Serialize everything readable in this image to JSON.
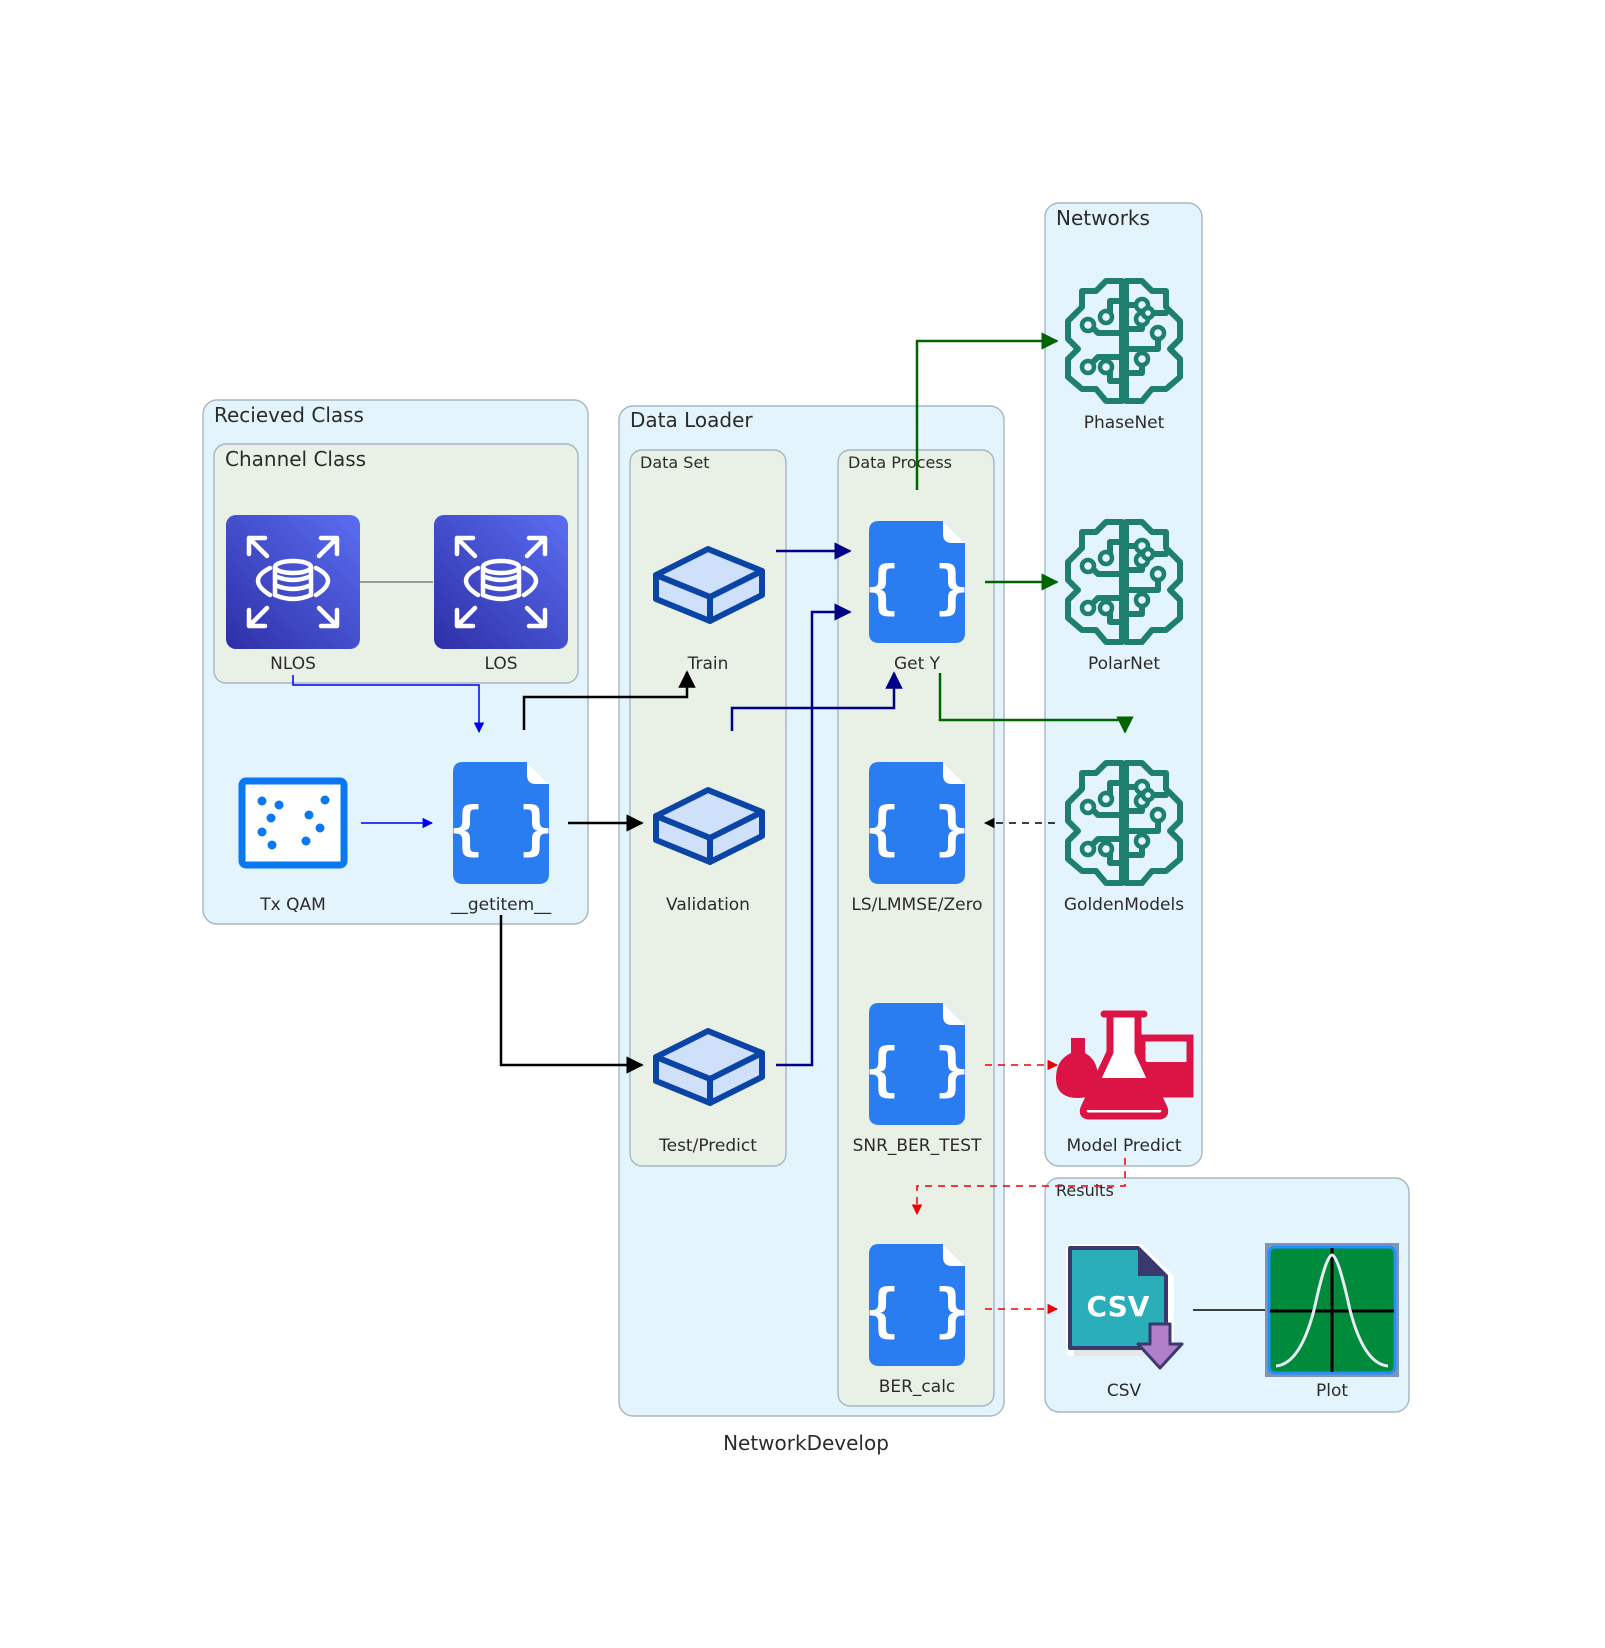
{
  "diagram": {
    "title": "NetworkDevelop",
    "clusters": {
      "recieved_class": "Recieved Class",
      "channel_class": "Channel Class",
      "data_loader": "Data Loader",
      "data_set": "Data Set",
      "data_process": "Data Process",
      "networks": "Networks",
      "results": "Results"
    },
    "nodes": {
      "nlos": {
        "label": "NLOS",
        "icon": "database-icon"
      },
      "los": {
        "label": "LOS",
        "icon": "database-icon"
      },
      "tx_qam": {
        "label": "Tx QAM",
        "icon": "constellation-icon"
      },
      "getitem": {
        "label": "__getitem__",
        "icon": "code-file-icon"
      },
      "train": {
        "label": "Train",
        "icon": "storage-icon"
      },
      "validation": {
        "label": "Validation",
        "icon": "storage-icon"
      },
      "test_predict": {
        "label": "Test/Predict",
        "icon": "storage-icon"
      },
      "get_y": {
        "label": "Get Y",
        "icon": "code-file-icon"
      },
      "ls_lmmse_zero": {
        "label": "LS/LMMSE/Zero",
        "icon": "code-file-icon"
      },
      "snr_ber_test": {
        "label": "SNR_BER_TEST",
        "icon": "code-file-icon"
      },
      "ber_calc": {
        "label": "BER_calc",
        "icon": "code-file-icon"
      },
      "phasenet": {
        "label": "PhaseNet",
        "icon": "brain-circuit-icon"
      },
      "polarnet": {
        "label": "PolarNet",
        "icon": "brain-circuit-icon"
      },
      "goldenmodels": {
        "label": "GoldenModels",
        "icon": "brain-circuit-icon"
      },
      "model_predict": {
        "label": "Model Predict",
        "icon": "lab-flasks-icon"
      },
      "csv": {
        "label": "CSV",
        "icon": "csv-file-icon",
        "badge": "CSV"
      },
      "plot": {
        "label": "Plot",
        "icon": "bell-curve-plot-icon"
      }
    },
    "colors": {
      "cluster_outer": "#e3f4fc",
      "cluster_inner": "#e9f1e6",
      "db_icon": "#3f48cc",
      "code_icon": "#2a7df1",
      "storage_icon": "#0a45a6",
      "brain_icon": "#1f7f6e",
      "flask_icon": "#dc1446",
      "edge_blue": "#0000ee",
      "edge_navy": "#000088",
      "edge_green": "#006400",
      "edge_red": "#ee0000",
      "edge_black": "#000000"
    }
  }
}
